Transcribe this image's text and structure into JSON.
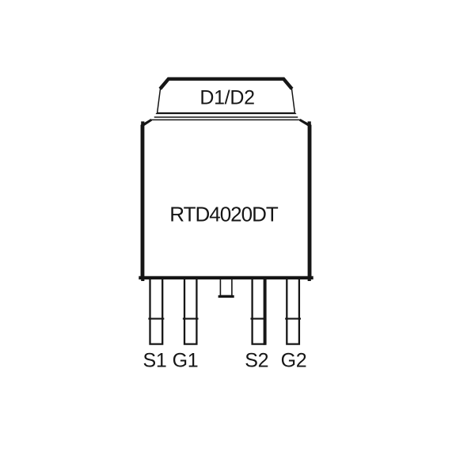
{
  "diagram": {
    "package": {
      "tab_label": "D1/D2",
      "part_number": "RTD4020DT",
      "pins": [
        {
          "label": "S1"
        },
        {
          "label": "G1"
        },
        {
          "label": "S2"
        },
        {
          "label": "G2"
        }
      ]
    },
    "colors": {
      "line": "#161616",
      "fill": "#ffffff",
      "text": "#161616",
      "background": "#ffffff"
    }
  }
}
